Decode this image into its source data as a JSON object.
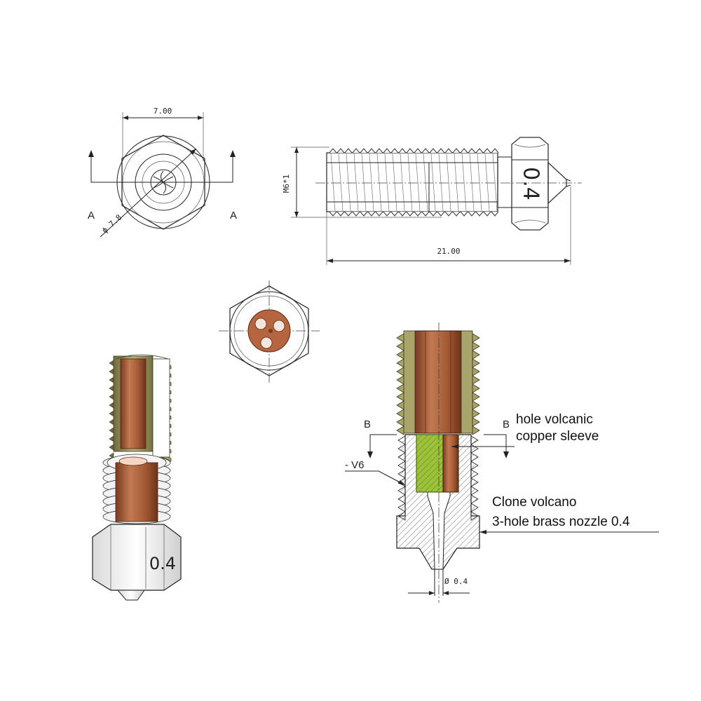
{
  "top_view": {
    "width_dim": "7.00",
    "diameter_dim": "ϕ 7.8",
    "section_label_left": "A",
    "section_label_right": "A"
  },
  "side_view": {
    "length_dim": "21.00",
    "thread_dim": "M6*1",
    "size_marking": "0.4"
  },
  "iso_view": {
    "size_marking": "0.4"
  },
  "section_view": {
    "section_label_left": "B",
    "section_label_right": "B",
    "surface_finish": "- V6",
    "orifice_dim": "Ø 0.4"
  },
  "callouts": {
    "sleeve_line1": "hole volcanic",
    "sleeve_line2": "copper sleeve",
    "nozzle_line1": "Clone volcano",
    "nozzle_line2": "3-hole brass nozzle 0.4"
  },
  "colors": {
    "copper": "#b5653f",
    "copper_dark": "#7a3a1f",
    "brass": "#a8a46a",
    "brass_dark": "#6f6b3c",
    "green_hatch": "#9bc23a",
    "line": "#222222"
  }
}
